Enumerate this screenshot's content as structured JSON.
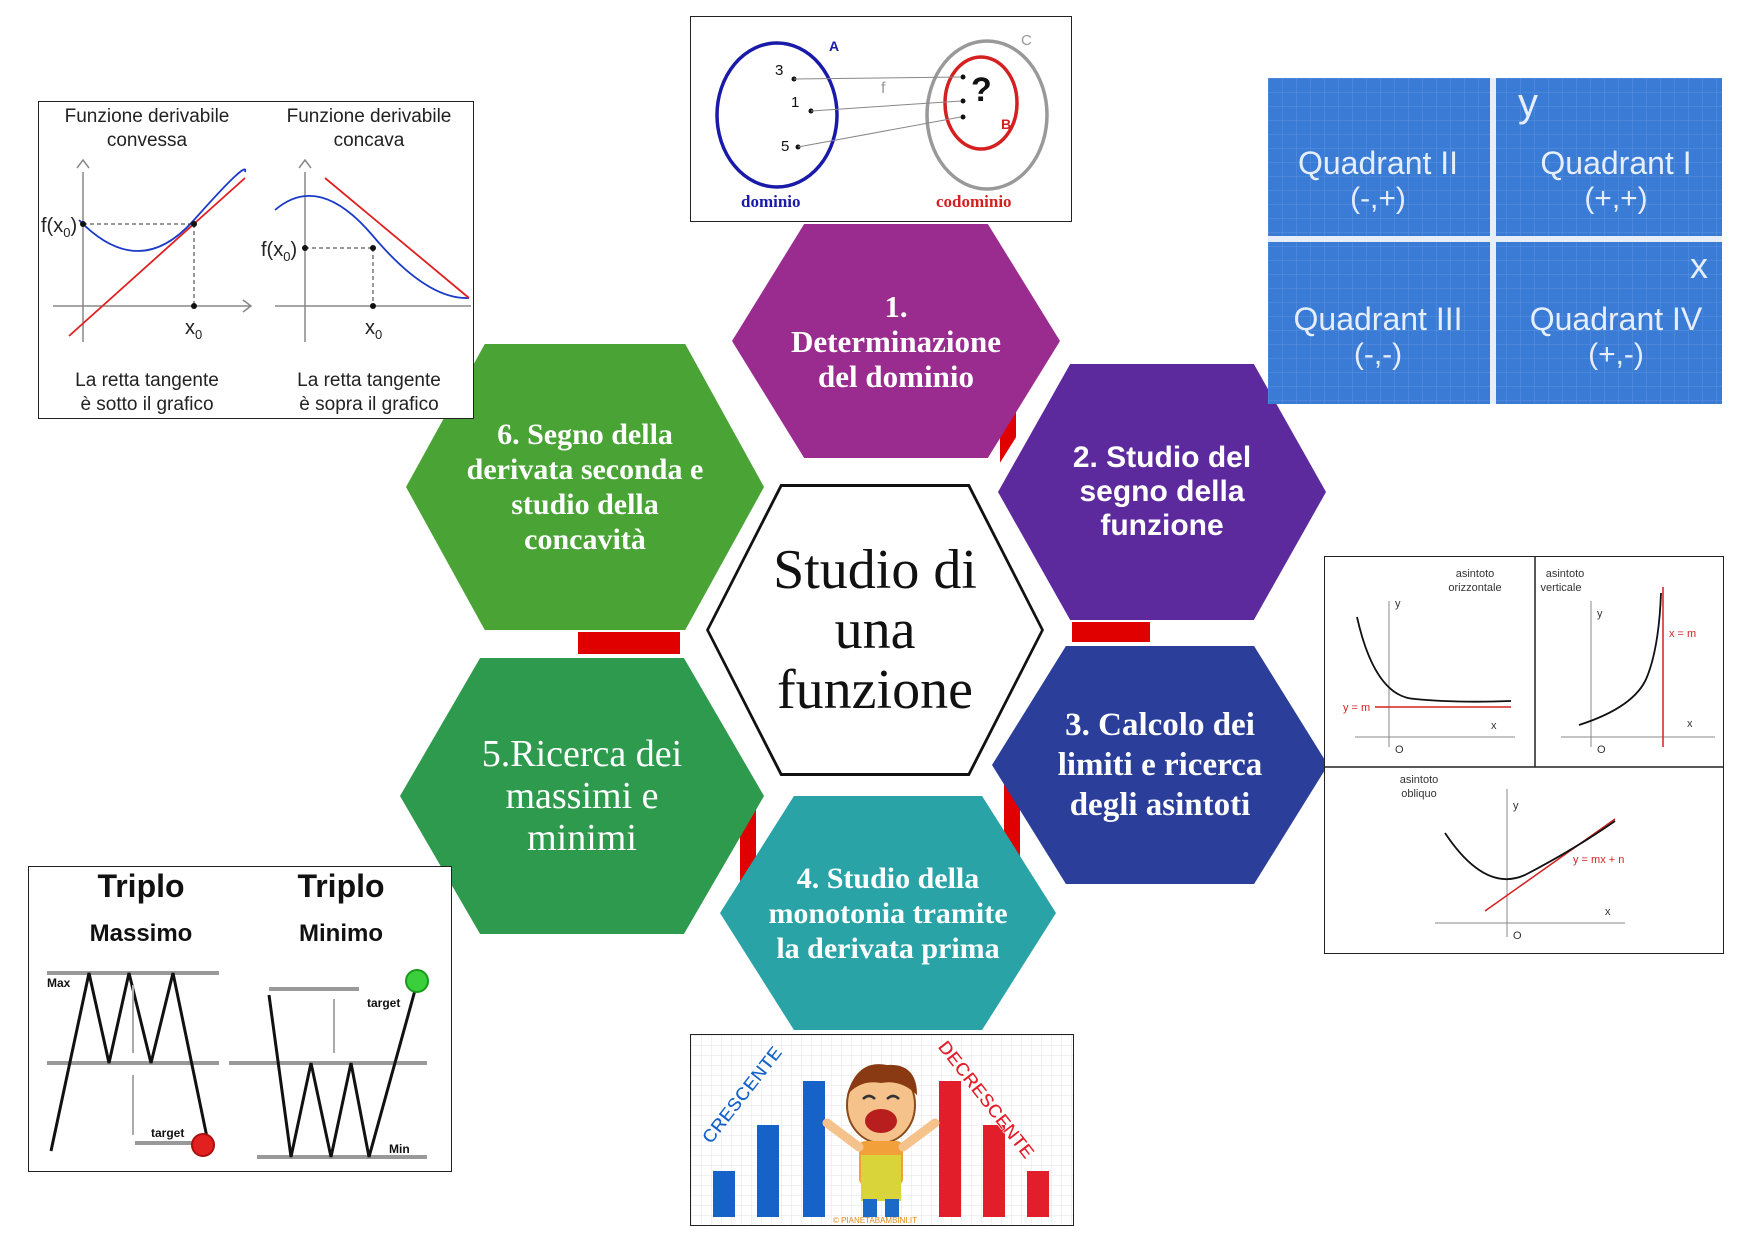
{
  "center": {
    "title": "Studio di una funzione"
  },
  "steps": [
    {
      "label": "1. Determinazione del dominio",
      "color": "#9b2c8f"
    },
    {
      "label": "2. Studio del segno della funzione",
      "color": "#5d2a9e"
    },
    {
      "label": "3. Calcolo dei limiti e ricerca degli asintoti",
      "color": "#2b3f9a"
    },
    {
      "label": "4. Studio della monotonia tramite la derivata prima",
      "color": "#2aa3a7"
    },
    {
      "label": "5.Ricerca dei massimi e minimi",
      "color": "#2e9a4d"
    },
    {
      "label": "6. Segno della derivata seconda e studio della concavità",
      "color": "#4aa335"
    }
  ],
  "connector_color": "#e10000",
  "domain_panel": {
    "labels": {
      "a": "A",
      "b": "B",
      "c": "C",
      "f": "f",
      "q": "?",
      "n3": "3",
      "n1": "1",
      "n5": "5",
      "dominio": "dominio",
      "codominio": "codominio"
    },
    "colors": {
      "domain": "#1a1aa8",
      "codomain": "#d42020",
      "outer": "#999999"
    }
  },
  "quadrant_panel": {
    "y": "y",
    "x": "x",
    "q2": "Quadrant II",
    "q2s": "(-,+)",
    "q1": "Quadrant I",
    "q1s": "(+,+)",
    "q3": "Quadrant III",
    "q3s": "(-,-)",
    "q4": "Quadrant IV",
    "q4s": "(+,-)",
    "color": "#3a7bd5"
  },
  "concavity_panel": {
    "left_title1": "Funzione derivabile",
    "left_title2": "convessa",
    "right_title1": "Funzione derivabile",
    "right_title2": "concava",
    "fx": "f(x",
    "sub0": "0",
    "close": ")",
    "x": "x",
    "left_caption1": "La retta tangente",
    "left_caption2": "è sotto il grafico",
    "right_caption1": "La retta tangente",
    "right_caption2": "è sopra il grafico"
  },
  "asymptote_panel": {
    "h1": "asintoto",
    "h2": "orizzontale",
    "v1": "asintoto",
    "v2": "verticale",
    "o1": "asintoto",
    "o2": "obliquo",
    "ym": "y = m",
    "xm": "x = m",
    "ymxn": "y = mx + n",
    "x": "x",
    "y": "y",
    "o": "O"
  },
  "triple_panel": {
    "t1a": "Triplo",
    "t1b": "Massimo",
    "t2a": "Triplo",
    "t2b": "Minimo",
    "max": "Max",
    "min": "Min",
    "target": "target"
  },
  "monotone_panel": {
    "crescente": "CRESCENTE",
    "decrescente": "DECRESCENTE",
    "credit": "© PIANETABAMBINI.IT"
  }
}
